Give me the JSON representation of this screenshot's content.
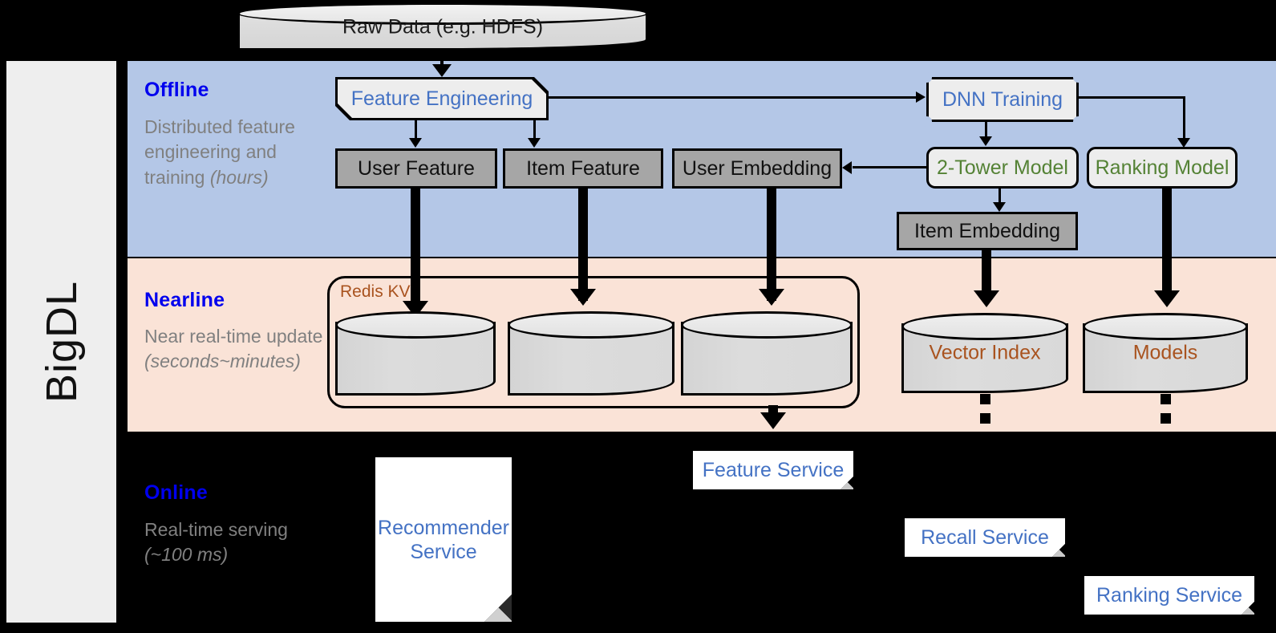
{
  "platform": {
    "name": "BigDL"
  },
  "source": {
    "label": "Raw Data (e.g. HDFS)"
  },
  "bands": {
    "offline": {
      "title": "Offline",
      "subtitle_plain": "Distributed feature engineering and training ",
      "subtitle_italic": "(hours)",
      "bg_color": "#b4c7e7"
    },
    "nearline": {
      "title": "Nearline",
      "subtitle_plain": "Near real-time update ",
      "subtitle_italic": "(seconds~minutes)",
      "bg_color": "#fae3d7"
    },
    "online": {
      "title": "Online",
      "subtitle_plain": "Real-time serving ",
      "subtitle_italic": "(~100 ms)",
      "bg_color": "#000000"
    }
  },
  "offline": {
    "feature_engineering": "Feature Engineering",
    "dnn_training": "DNN Training",
    "user_feature": "User Feature",
    "item_feature": "Item Feature",
    "user_embedding": "User Embedding",
    "two_tower_model": "2-Tower Model",
    "ranking_model": "Ranking Model",
    "item_embedding": "Item Embedding"
  },
  "nearline": {
    "redis_group_label": "Redis KV",
    "vector_index": "Vector Index",
    "models": "Models"
  },
  "online": {
    "recommender_service": "Recommender Service",
    "feature_service": "Feature Service",
    "recall_service": "Recall Service",
    "ranking_service": "Ranking Service"
  },
  "colors": {
    "title_blue": "#0000ee",
    "process_blue": "#4472c4",
    "model_green": "#548235",
    "store_brown": "#a9531f",
    "subtitle_gray": "#808080",
    "data_box_gray": "#a6a6a6"
  }
}
